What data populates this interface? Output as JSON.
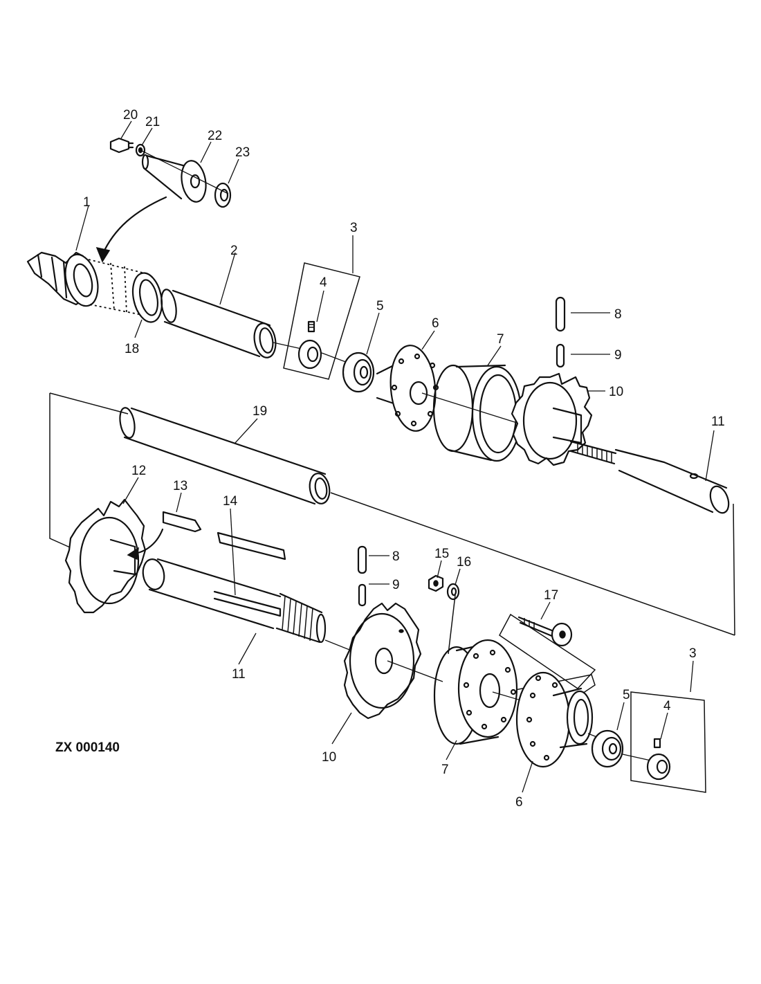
{
  "figure_code": "ZX 000140",
  "labels": {
    "l1": "1",
    "l2": "2",
    "l3a": "3",
    "l4a": "4",
    "l5a": "5",
    "l6a": "6",
    "l7a": "7",
    "l8a": "8",
    "l9a": "9",
    "l10a": "10",
    "l11a": "11",
    "l18": "18",
    "l19": "19",
    "l20": "20",
    "l21": "21",
    "l22": "22",
    "l23": "23",
    "l12": "12",
    "l13": "13",
    "l14": "14",
    "l8b": "8",
    "l9b": "9",
    "l15": "15",
    "l16": "16",
    "l17": "17",
    "l3b": "3",
    "l4b": "4",
    "l11b": "11",
    "l10b": "10",
    "l7b": "7",
    "l5b": "5",
    "l6b": "6"
  }
}
